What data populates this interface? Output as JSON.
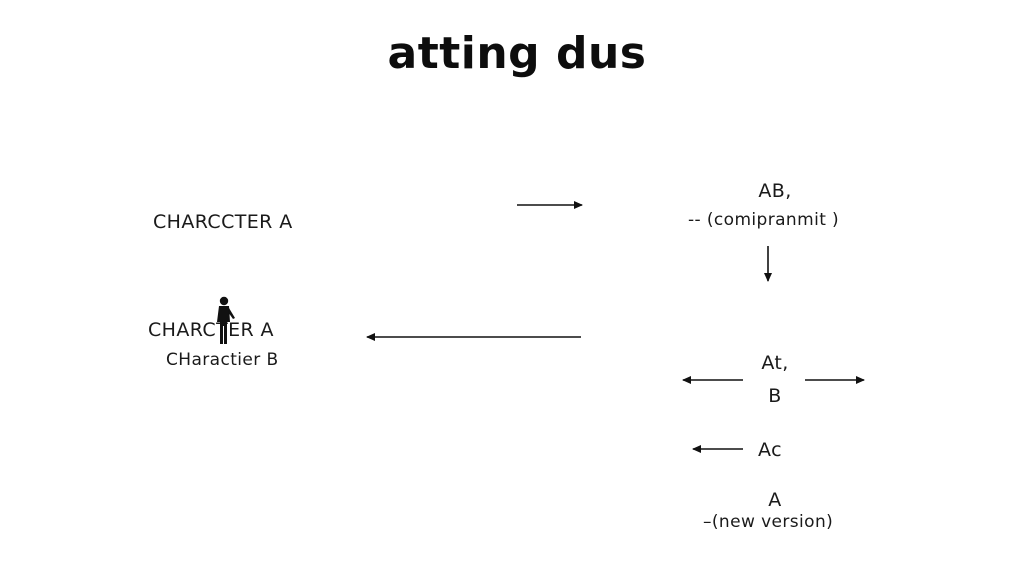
{
  "diagram": {
    "title": "atting dus",
    "left": {
      "top_label": "CHARCCTER A",
      "bottom_label_1": "CHARCTER A",
      "bottom_label_2": "CHaractier B"
    },
    "right": {
      "node1_line1": "AB,",
      "node1_line2": "-- (comipranmit )",
      "node2_line1": "At,",
      "node2_line2": "B",
      "node3": "Ac",
      "node4_line1": "A",
      "node4_line2": "–(new version)"
    },
    "icons": {
      "figure": "person-silhouette-icon"
    }
  }
}
